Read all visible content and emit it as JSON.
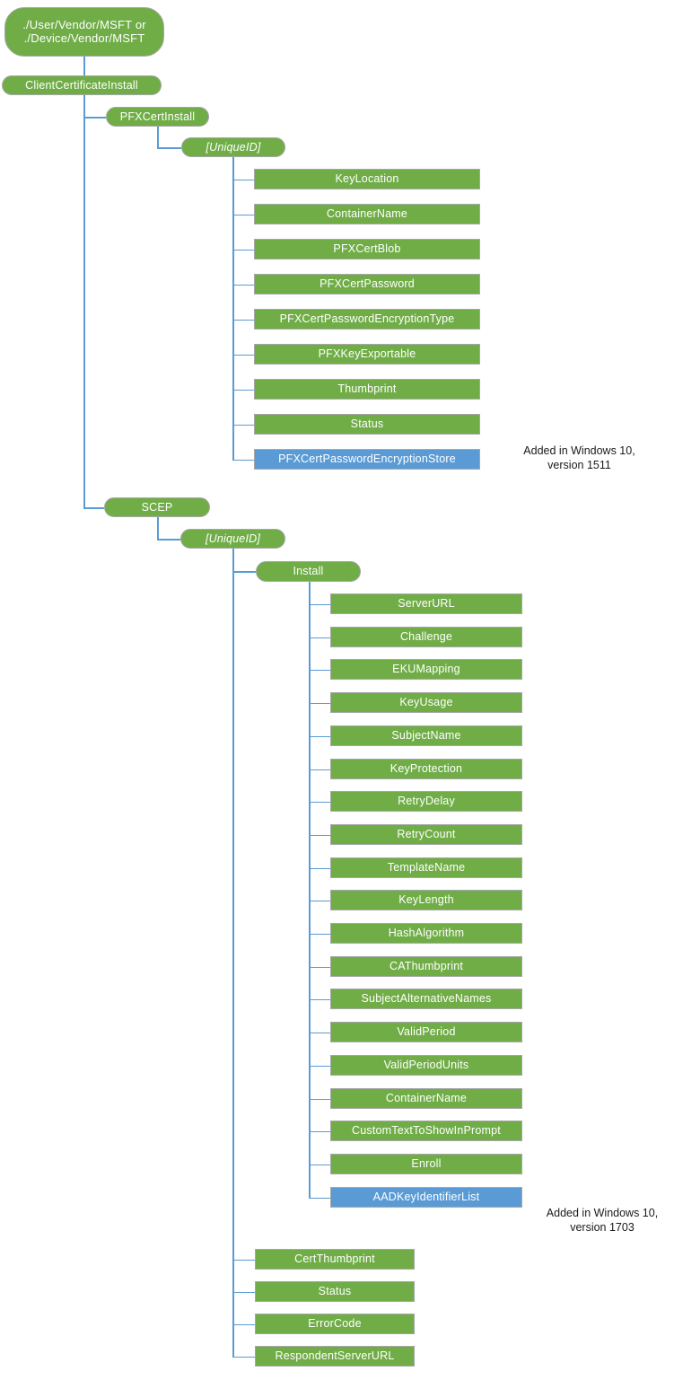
{
  "diagram": {
    "title": "ClientCertificateInstall CSP node tree",
    "colors": {
      "green": "#70ad47",
      "blue": "#5b9bd5",
      "edge": "#5b9bd5",
      "node_border": "#a6a6a6",
      "node_text": "#ffffff",
      "annotation_text": "#1a1a1a",
      "background": "#ffffff"
    },
    "root": {
      "label": "./User/Vendor/MSFT or\n./Device/Vendor/MSFT"
    },
    "level1": {
      "label": "ClientCertificateInstall"
    },
    "branches": [
      {
        "key": "pfxcertinstall",
        "label": "PFXCertInstall",
        "unique_id": "[UniqueID]",
        "children": [
          {
            "label": "KeyLocation",
            "color": "green"
          },
          {
            "label": "ContainerName",
            "color": "green"
          },
          {
            "label": "PFXCertBlob",
            "color": "green"
          },
          {
            "label": "PFXCertPassword",
            "color": "green"
          },
          {
            "label": "PFXCertPasswordEncryptionType",
            "color": "green"
          },
          {
            "label": "PFXKeyExportable",
            "color": "green"
          },
          {
            "label": "Thumbprint",
            "color": "green"
          },
          {
            "label": "Status",
            "color": "green"
          },
          {
            "label": "PFXCertPasswordEncryptionStore",
            "color": "blue",
            "annotation": "Added in Windows 10,\nversion 1511"
          }
        ]
      },
      {
        "key": "scep",
        "label": "SCEP",
        "unique_id": "[UniqueID]",
        "install": {
          "label": "Install",
          "children": [
            {
              "label": "ServerURL",
              "color": "green"
            },
            {
              "label": "Challenge",
              "color": "green"
            },
            {
              "label": "EKUMapping",
              "color": "green"
            },
            {
              "label": "KeyUsage",
              "color": "green"
            },
            {
              "label": "SubjectName",
              "color": "green"
            },
            {
              "label": "KeyProtection",
              "color": "green"
            },
            {
              "label": "RetryDelay",
              "color": "green"
            },
            {
              "label": "RetryCount",
              "color": "green"
            },
            {
              "label": "TemplateName",
              "color": "green"
            },
            {
              "label": "KeyLength",
              "color": "green"
            },
            {
              "label": "HashAlgorithm",
              "color": "green"
            },
            {
              "label": "CAThumbprint",
              "color": "green"
            },
            {
              "label": "SubjectAlternativeNames",
              "color": "green"
            },
            {
              "label": "ValidPeriod",
              "color": "green"
            },
            {
              "label": "ValidPeriodUnits",
              "color": "green"
            },
            {
              "label": "ContainerName",
              "color": "green"
            },
            {
              "label": "CustomTextToShowInPrompt",
              "color": "green"
            },
            {
              "label": "Enroll",
              "color": "green"
            },
            {
              "label": "AADKeyIdentifierList",
              "color": "blue",
              "annotation": "Added in Windows 10,\nversion 1703"
            }
          ]
        },
        "children": [
          {
            "label": "CertThumbprint",
            "color": "green"
          },
          {
            "label": "Status",
            "color": "green"
          },
          {
            "label": "ErrorCode",
            "color": "green"
          },
          {
            "label": "RespondentServerURL",
            "color": "green"
          }
        ]
      }
    ],
    "annotations": [
      {
        "text": "Added in Windows 10,\nversion 1511"
      },
      {
        "text": "Added in Windows 10,\nversion 1703"
      }
    ]
  }
}
